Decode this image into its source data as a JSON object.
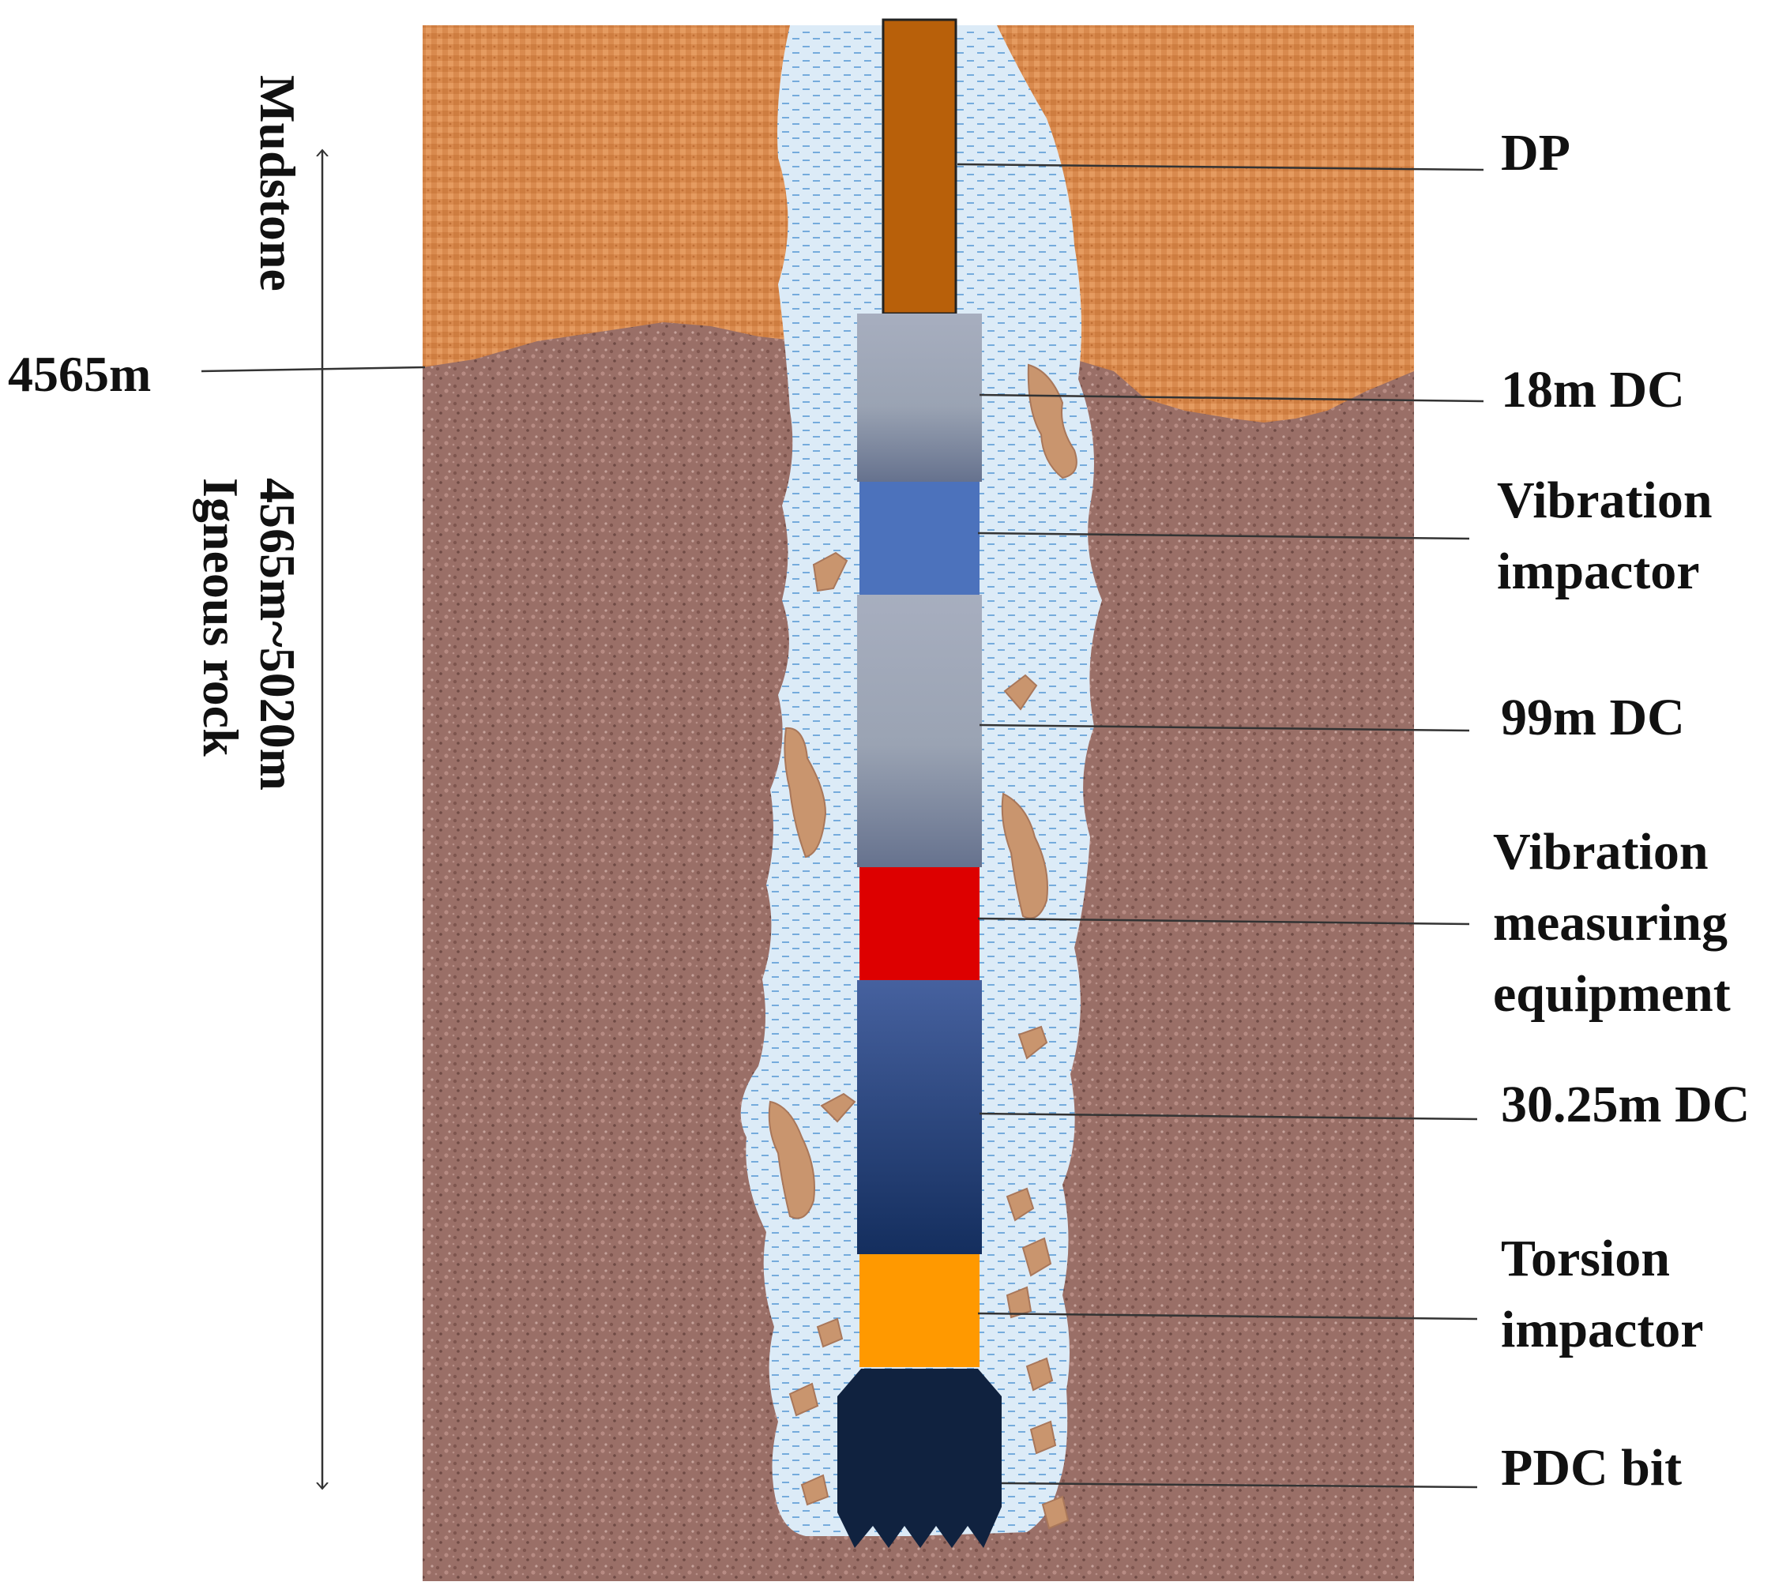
{
  "formations": {
    "upper": {
      "name": "Mudstone",
      "color": "#D98A4E"
    },
    "lower": {
      "name": "Igneous rock",
      "color": "#9A6F67"
    },
    "boundary_depth": "4565m",
    "interval": "4565m~5020m"
  },
  "components": [
    {
      "label_lines": [
        "DP"
      ],
      "color": "#B8600A"
    },
    {
      "label_lines": [
        "18m DC"
      ],
      "color": "#9AA3B3"
    },
    {
      "label_lines": [
        "Vibration",
        "impactor"
      ],
      "color": "#4C72BC"
    },
    {
      "label_lines": [
        "99m DC"
      ],
      "color": "#9AA3B3"
    },
    {
      "label_lines": [
        "Vibration",
        "measuring",
        "equipment"
      ],
      "color": "#DD0000"
    },
    {
      "label_lines": [
        "30.25m DC"
      ],
      "color": "#2E4A8A"
    },
    {
      "label_lines": [
        "Torsion",
        "impactor"
      ],
      "color": "#FF9900"
    },
    {
      "label_lines": [
        "PDC bit"
      ],
      "color": "#10223F"
    }
  ],
  "colors": {
    "mud": "#DCEBF7",
    "mud_dash": "#5B9BD5",
    "cuttings": "#C9956E",
    "dc_top": "#A7AEBF",
    "dc_bottom": "#66728E",
    "dc_blue_top": "#46619F",
    "dc_blue_bottom": "#142E5E"
  }
}
